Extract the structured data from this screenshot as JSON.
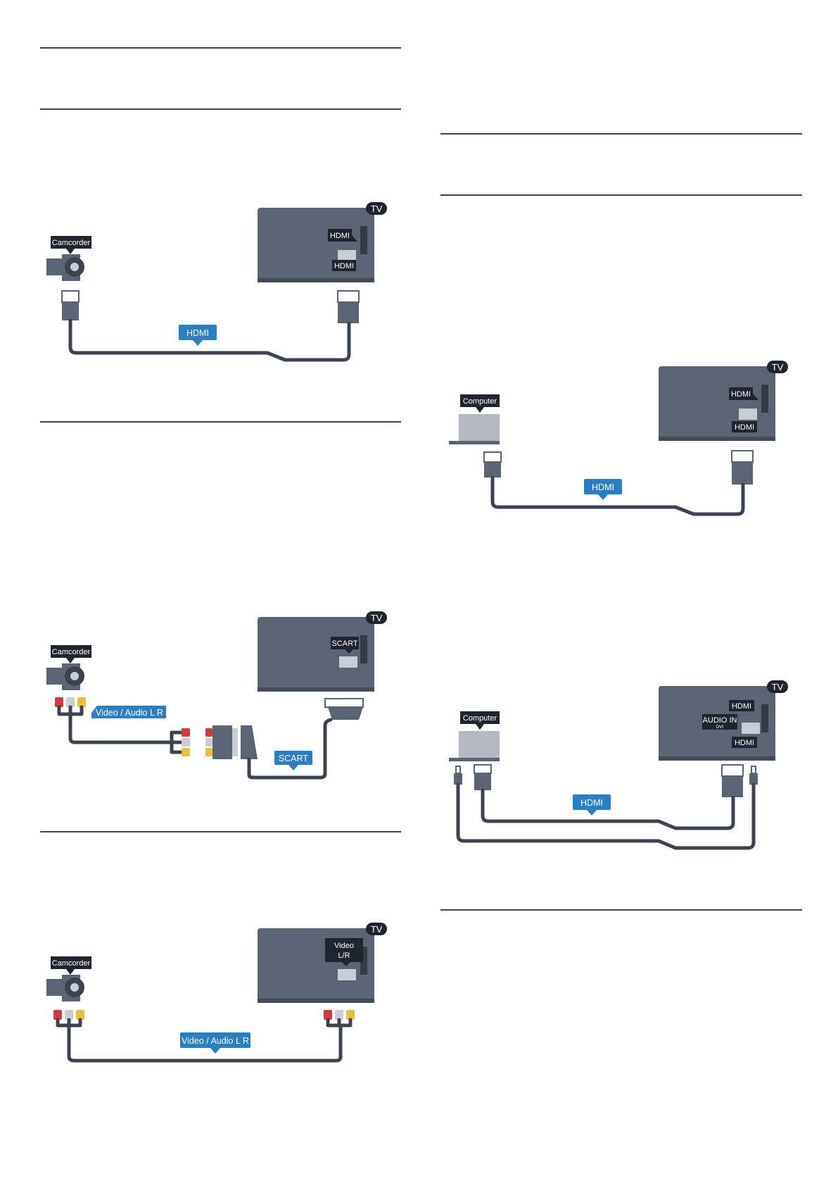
{
  "labels": {
    "tv": "TV",
    "camcorder": "Camcorder",
    "computer": "Computer",
    "hdmi": "HDMI",
    "scart": "SCART",
    "video_audio_lr": "Video / Audio L R",
    "video": "Video",
    "lr": "L/R",
    "audio_in": "AUDIO IN",
    "dvi": "DVI"
  }
}
